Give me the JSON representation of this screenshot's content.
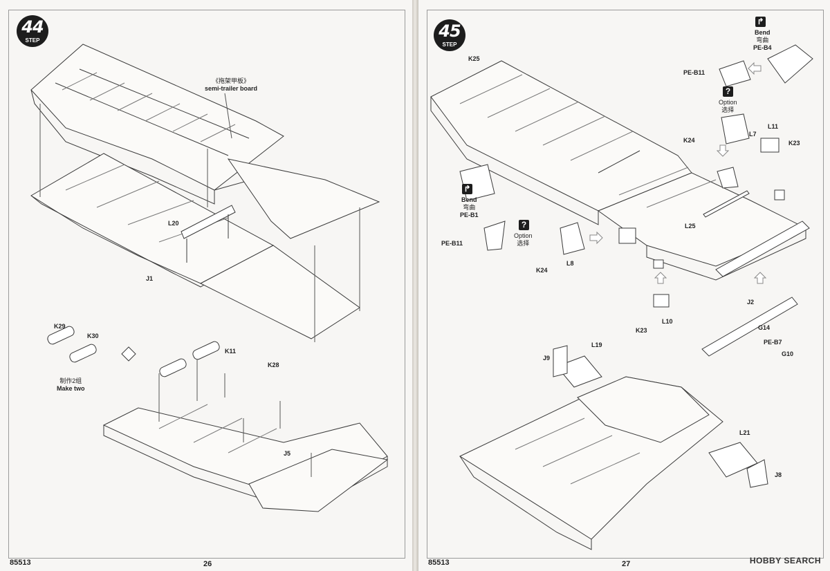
{
  "left": {
    "step_num": "44",
    "step_label": "STEP",
    "board_cn": "《拖架甲板》",
    "board_en": "semi-trailer board",
    "parts": [
      "L20",
      "J1",
      "K29",
      "K30",
      "K11",
      "K28",
      "J5"
    ],
    "make_two_cn": "制作2组",
    "make_two_en": "Make two",
    "footer_code": "85513",
    "page_number": "26"
  },
  "right": {
    "step_num": "45",
    "step_label": "STEP",
    "parts": [
      "K25",
      "PE-B11",
      "L7",
      "K24",
      "L11",
      "K23",
      "PE-B1",
      "PE-B11",
      "K24",
      "L8",
      "L25",
      "L10",
      "K23",
      "J2",
      "G14",
      "PE-B7",
      "G10",
      "J9",
      "L19",
      "L21",
      "J8"
    ],
    "bend_en": "Bend",
    "bend_cn": "弯曲",
    "pe_b4": "PE-B4",
    "pe_b1": "PE-B1",
    "option_en": "Option",
    "option_cn": "选择",
    "footer_code": "85513",
    "page_number": "27"
  },
  "watermark": {
    "brand": "HOBBY SEARCH"
  },
  "icons": [
    "bend-icon",
    "option-icon",
    "arrow-icon"
  ],
  "colors": {
    "ink": "#222222",
    "paper": "#f7f6f4",
    "badge": "#1d1d1d",
    "watermark_accent": "#c43a2b"
  }
}
